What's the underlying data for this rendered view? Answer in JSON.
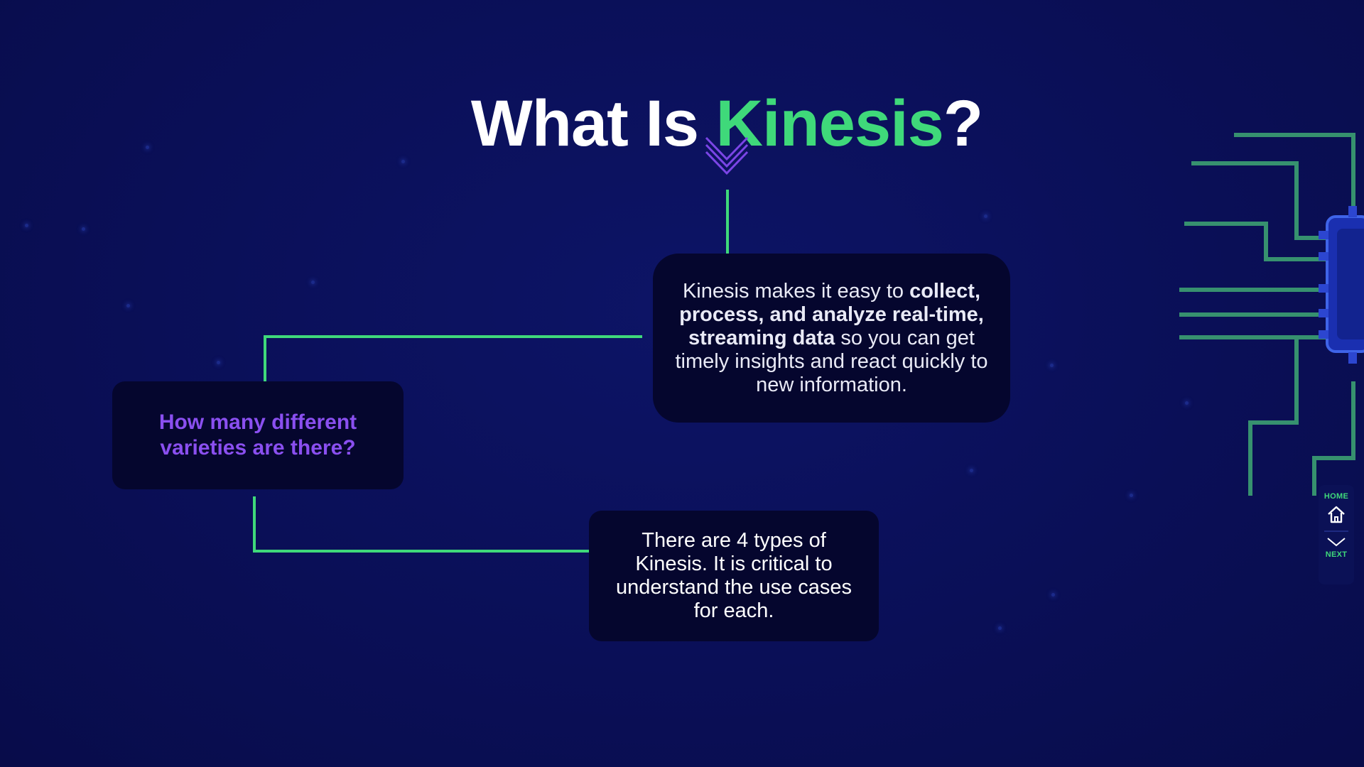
{
  "slide": {
    "title_prefix": "What Is ",
    "title_accent": "Kinesis",
    "title_suffix": "?"
  },
  "definition_card": {
    "text_1": "Kinesis makes it easy to ",
    "text_bold": "collect, process, and analyze real-time, streaming data",
    "text_2": " so you can get timely insights and react quickly to new information."
  },
  "question_card": {
    "text": "How many different varieties are there?"
  },
  "types_card": {
    "text": "There are 4 types of Kinesis. It is critical to understand the use cases for each."
  },
  "nav": {
    "home_label": "HOME",
    "next_label": "NEXT"
  },
  "colors": {
    "background": "#0a0f57",
    "accent_green": "#3fd97a",
    "accent_purple": "#8a4ff0",
    "card_background": "#05062e"
  },
  "icons": [
    "triple-chevron-down-icon",
    "home-icon",
    "chevron-down-icon"
  ]
}
